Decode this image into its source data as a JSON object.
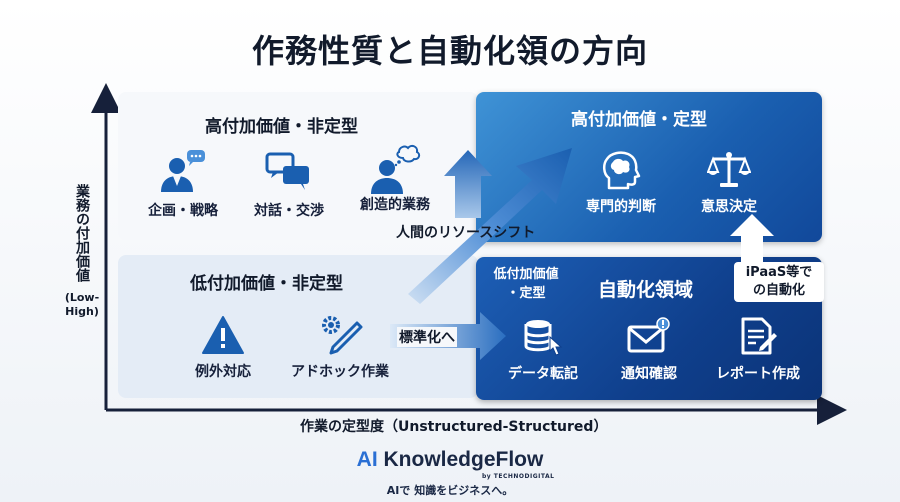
{
  "title": "作務性質と自動化領の方向",
  "y_axis": {
    "label": "業務の付加価値",
    "sub": "(Low-\nHigh)"
  },
  "x_axis": {
    "label": "作業の定型度（Unstructured-Structured）"
  },
  "quadrants": {
    "high_nonstructured": {
      "title": "高付加価値・非定型",
      "items": [
        {
          "label": "企画・戦略",
          "icon": "presenter-speech-icon"
        },
        {
          "label": "対話・交渉",
          "icon": "chat-bubbles-icon"
        },
        {
          "label": "創造的業務",
          "icon": "thinking-person-icon"
        }
      ]
    },
    "high_structured": {
      "title": "高付加価値・定型",
      "items": [
        {
          "label": "専門的判断",
          "icon": "brain-head-icon"
        },
        {
          "label": "意思決定",
          "icon": "scales-icon"
        }
      ]
    },
    "low_nonstructured": {
      "title": "低付加価値・非定型",
      "items": [
        {
          "label": "例外対応",
          "icon": "warning-icon"
        },
        {
          "label": "アドホック作業",
          "icon": "gear-pencil-icon"
        }
      ]
    },
    "automation": {
      "title": "自動化領域",
      "subtitle_line1": "低付加価値",
      "subtitle_line2": "・定型",
      "items": [
        {
          "label": "データ転記",
          "icon": "database-click-icon"
        },
        {
          "label": "通知確認",
          "icon": "mail-alert-icon"
        },
        {
          "label": "レポート作成",
          "icon": "report-edit-icon"
        }
      ]
    }
  },
  "arrows": {
    "resource_shift": "人間のリソースシフト",
    "standardize": "標準化へ",
    "ipaas_line1": "iPaaS等で",
    "ipaas_line2": "の自動化"
  },
  "brand": {
    "ai": "AI",
    "name": "KnowledgeFlow",
    "by": "by TECHNODIGITAL",
    "tagline": "AIで 知識をビジネスへ。"
  },
  "colors": {
    "dark_navy": "#111a2b",
    "blue": "#1a5fb0",
    "deep_blue": "#0f3f8c",
    "light_panel": "#e4ecf6"
  }
}
